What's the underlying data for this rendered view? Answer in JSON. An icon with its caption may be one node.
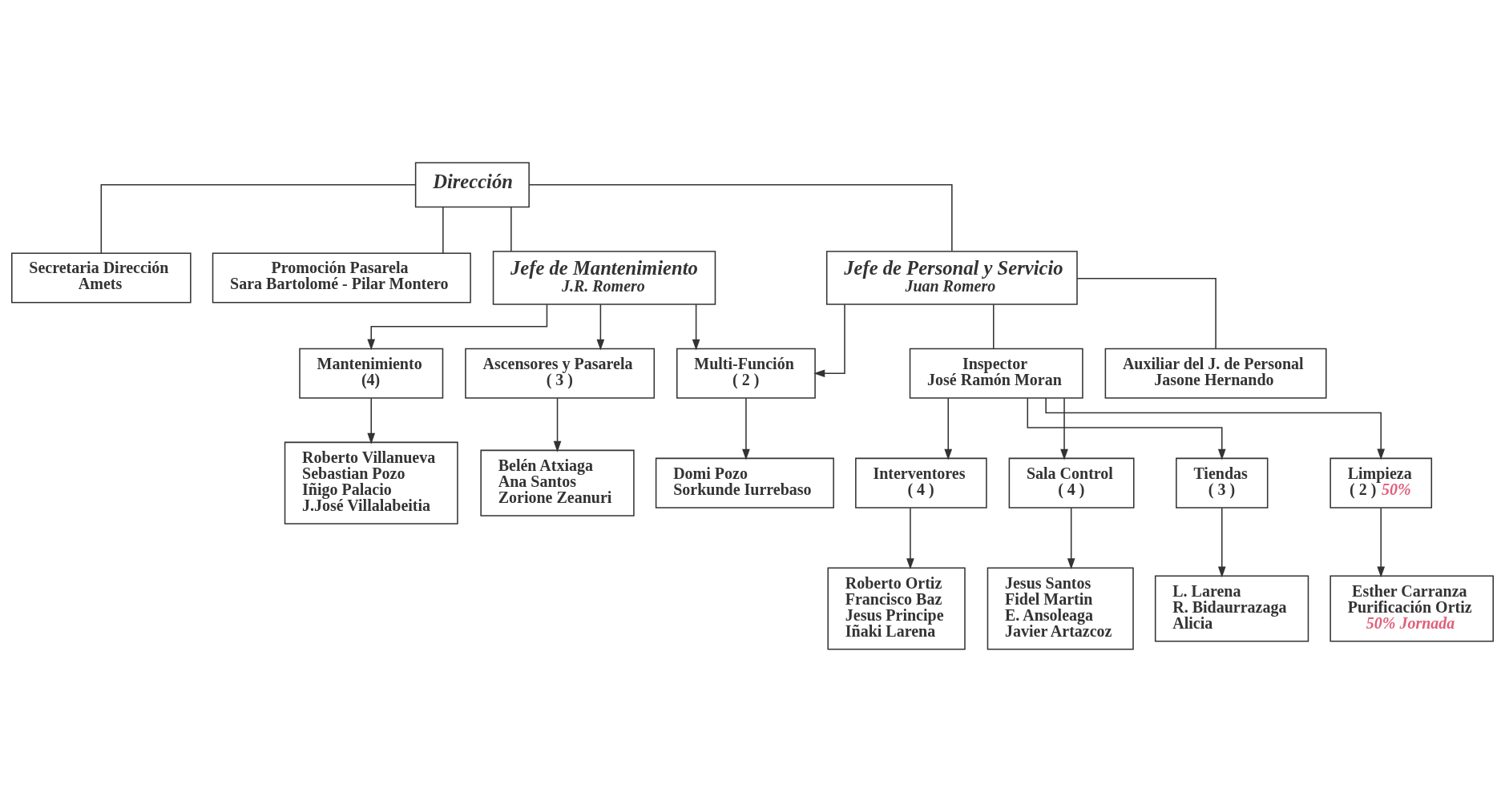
{
  "diagram": {
    "nodes": [
      {
        "text": [
          "Dirección"
        ]
      },
      {
        "text": [
          "Secretaria Dirección",
          "Amets"
        ]
      },
      {
        "text": [
          "Promoción Pasarela",
          "Sara Bartolomé - Pilar Montero"
        ]
      },
      {
        "text": [
          "Jefe de Mantenimiento",
          "J.R. Romero"
        ]
      },
      {
        "text": [
          "Jefe de Personal y Servicio",
          "Juan Romero"
        ]
      },
      {
        "text": [
          "Inspector",
          "José Ramón Moran"
        ]
      },
      {
        "text": [
          "Auxiliar del J. de Personal",
          "Jasone Hernando"
        ]
      },
      {
        "text": [
          "Mantenimiento",
          "(4)"
        ]
      },
      {
        "text": [
          "Ascensores y Pasarela",
          "( 3 )"
        ]
      },
      {
        "text": [
          "Multi-Función",
          "( 2 )"
        ]
      },
      {
        "text": [
          "Interventores",
          "( 4 )"
        ]
      },
      {
        "text": [
          "Sala Control",
          "( 4 )"
        ]
      },
      {
        "text": [
          "Tiendas",
          "( 3 )"
        ]
      },
      {
        "text": [
          "Limpieza",
          "( 2 )",
          "50%"
        ]
      },
      {
        "text": [
          "Roberto Villanueva",
          "Sebastian Pozo",
          "Iñigo Palacio",
          "J.José Villalabeitia"
        ]
      },
      {
        "text": [
          "Belén Atxiaga",
          "Ana Santos",
          "Zorione Zeanuri"
        ]
      },
      {
        "text": [
          "Domi Pozo",
          "Sorkunde Iurrebaso"
        ]
      },
      {
        "text": [
          "Roberto Ortiz",
          "Francisco Baz",
          "Jesus Principe",
          "Iñaki Larena"
        ]
      },
      {
        "text": [
          "Jesus Santos",
          "Fidel Martin",
          "E. Ansoleaga",
          "Javier Artazcoz"
        ]
      },
      {
        "text": [
          "L. Larena",
          "R. Bidaurrazaga",
          "Alicia"
        ]
      },
      {
        "text": [
          "Esther Carranza",
          "Purificación Ortiz",
          "50% Jornada"
        ]
      }
    ],
    "edges": [
      {
        "from": 0,
        "to": 1,
        "arrow": "none"
      },
      {
        "from": 0,
        "to": 2,
        "arrow": "none"
      },
      {
        "from": 0,
        "to": 3,
        "arrow": "none"
      },
      {
        "from": 0,
        "to": 4,
        "arrow": "none"
      },
      {
        "from": 3,
        "to": 7,
        "arrow": "to"
      },
      {
        "from": 3,
        "to": 8,
        "arrow": "to"
      },
      {
        "from": 3,
        "to": 9,
        "arrow": "to"
      },
      {
        "from": 4,
        "to": 9,
        "arrow": "to"
      },
      {
        "from": 4,
        "to": 5,
        "arrow": "none"
      },
      {
        "from": 4,
        "to": 6,
        "arrow": "none"
      },
      {
        "from": 5,
        "to": 10,
        "arrow": "to"
      },
      {
        "from": 5,
        "to": 11,
        "arrow": "to"
      },
      {
        "from": 5,
        "to": 12,
        "arrow": "to"
      },
      {
        "from": 5,
        "to": 13,
        "arrow": "to"
      },
      {
        "from": 7,
        "to": 14,
        "arrow": "to"
      },
      {
        "from": 8,
        "to": 15,
        "arrow": "to"
      },
      {
        "from": 9,
        "to": 16,
        "arrow": "to"
      },
      {
        "from": 10,
        "to": 17,
        "arrow": "to"
      },
      {
        "from": 11,
        "to": 18,
        "arrow": "to"
      },
      {
        "from": 12,
        "to": 19,
        "arrow": "to"
      },
      {
        "from": 13,
        "to": 20,
        "arrow": "to"
      }
    ]
  }
}
